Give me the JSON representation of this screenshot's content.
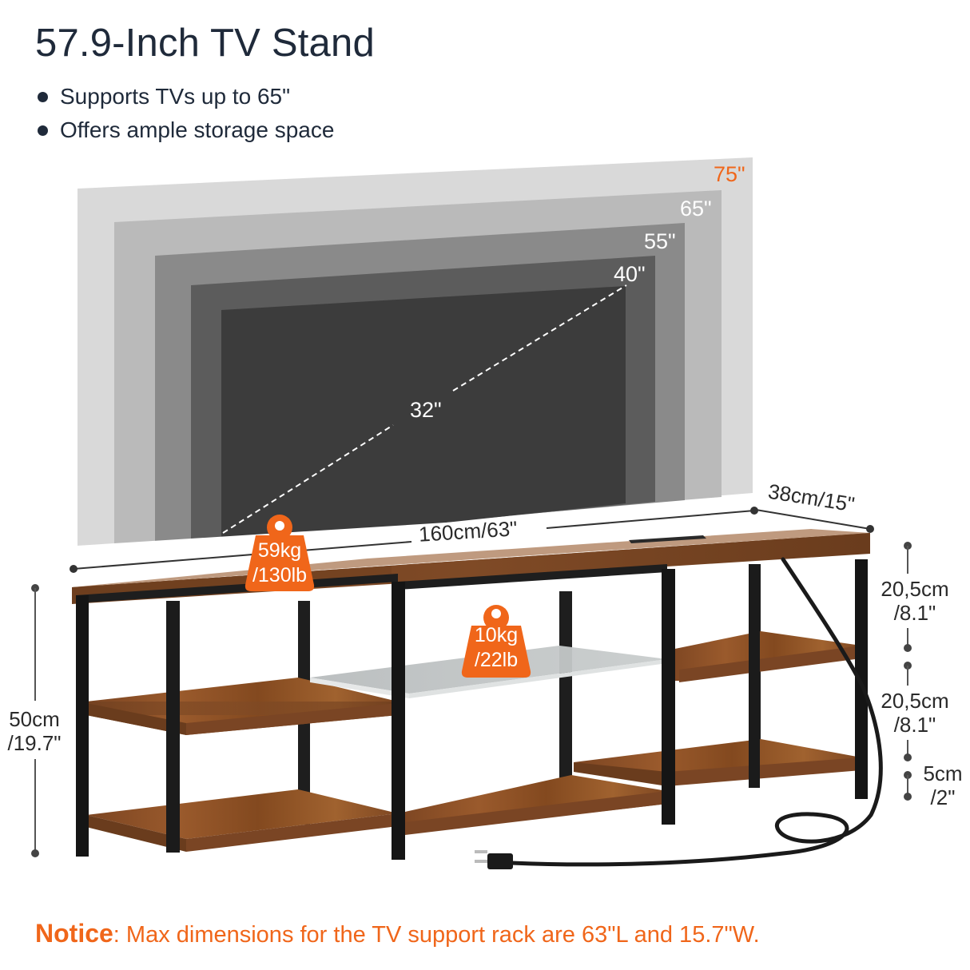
{
  "header": {
    "title": "57.9-Inch TV Stand",
    "bullets": [
      "Supports TVs up to 65\"",
      "Offers ample storage space"
    ]
  },
  "tv_sizes": {
    "labels": [
      {
        "size": "75\"",
        "color": "#f0661a",
        "fill": "#d9d9d9"
      },
      {
        "size": "65\"",
        "color": "#ffffff",
        "fill": "#bababa"
      },
      {
        "size": "55\"",
        "color": "#ffffff",
        "fill": "#8a8a8a"
      },
      {
        "size": "40\"",
        "color": "#ffffff",
        "fill": "#5c5c5c"
      },
      {
        "size": "32\"",
        "color": "#ffffff",
        "fill": "#3c3c3c"
      }
    ]
  },
  "dimensions": {
    "length": "160cm/63\"",
    "depth": "38cm/15\"",
    "height_cm": "50cm",
    "height_in": "/19.7\"",
    "gap_top_cm": "20,5cm",
    "gap_top_in": "/8.1\"",
    "gap_mid_cm": "20,5cm",
    "gap_mid_in": "/8.1\"",
    "clearance_cm": "5cm",
    "clearance_in": "/2\""
  },
  "load_badges": {
    "top": {
      "kg": "59kg",
      "lb": "/130lb"
    },
    "glass_shelf": {
      "kg": "10kg",
      "lb": "/22lb"
    },
    "color": "#f0661a"
  },
  "notice": {
    "label": "Notice",
    "text": ": Max dimensions for the TV support rack are 63\"L and 15.7\"W."
  },
  "colors": {
    "accent": "#f0661a",
    "text": "#1f2a3a",
    "wood": "#8a4f26",
    "frame": "#1b1b1b"
  }
}
